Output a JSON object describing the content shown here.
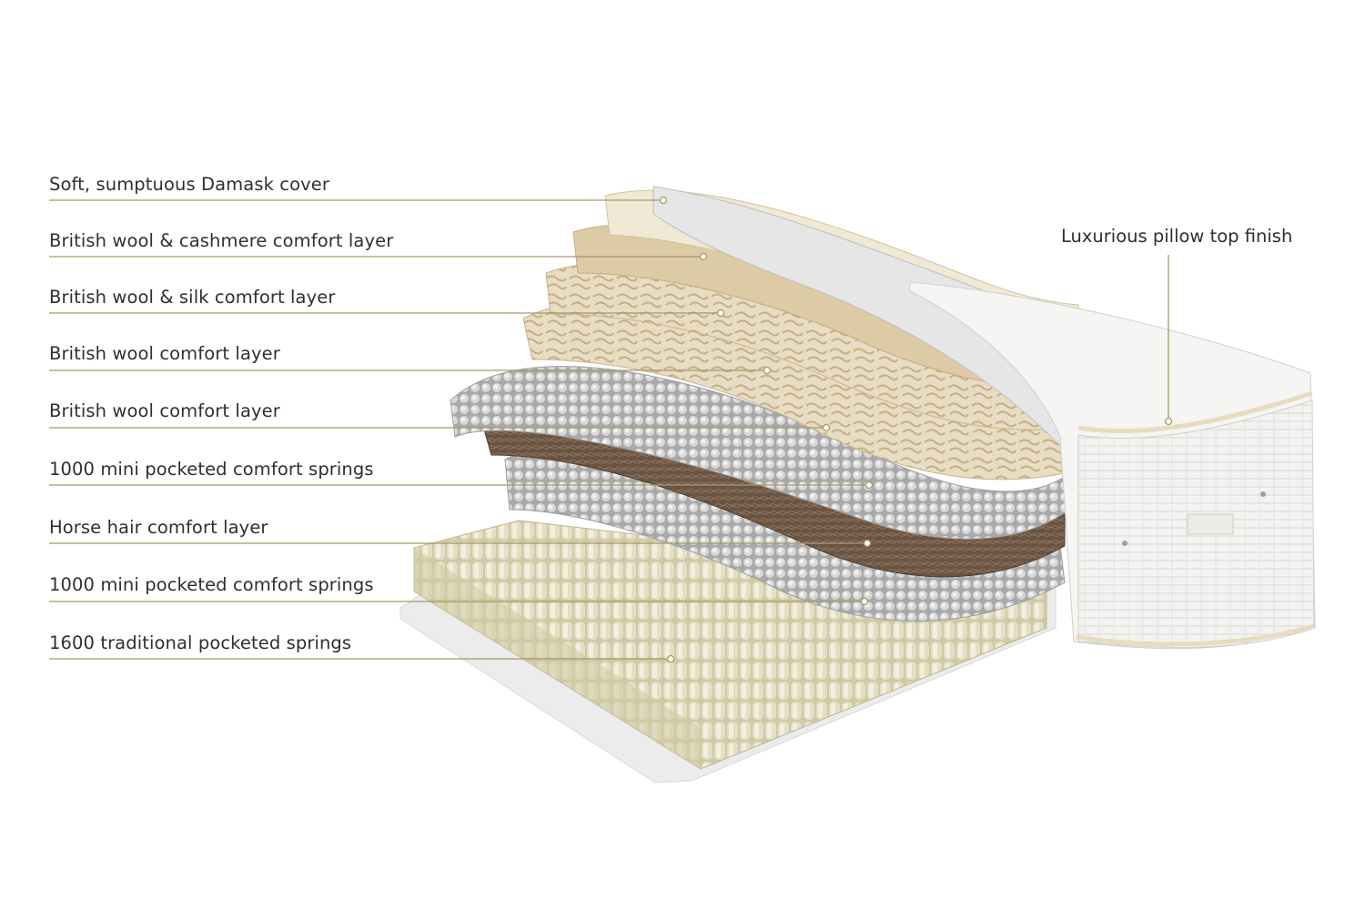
{
  "labels": [
    "Soft, sumptuous Damask cover",
    "British wool & cashmere comfort layer",
    "British wool & silk comfort layer",
    "British wool comfort layer",
    "British wool comfort layer",
    "1000 mini pocketed comfort springs",
    "Horse hair comfort layer",
    "1000 mini pocketed comfort springs",
    "1600 traditional pocketed springs"
  ],
  "right_label": "Luxurious pillow top finish",
  "colors": {
    "leader_line": "#a6976a",
    "text": "#2f2f2f",
    "wool": "#e6dcc6",
    "silk_wool": "#dccbaa",
    "spring_grey": "#c9c9c9",
    "horse_hair": "#6f5a47",
    "base_springs": "#d6d0b0",
    "cover": "#f4f4f4"
  }
}
